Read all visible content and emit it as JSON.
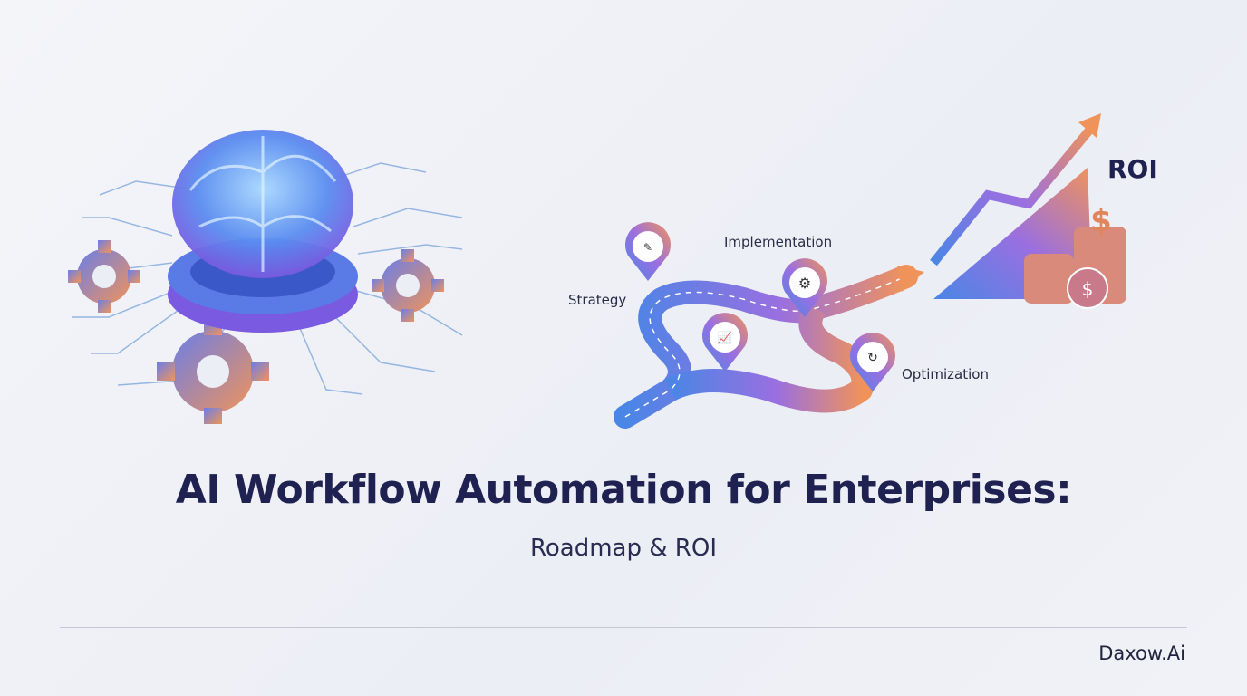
{
  "roadmap": {
    "milestones": [
      {
        "label": "Strategy",
        "icon": "strategy-play-icon"
      },
      {
        "label": "Implementation",
        "icon": "gear-icon"
      },
      {
        "label": "Optimization",
        "icon": "cycle-chart-icon"
      }
    ],
    "growth_icon": "bar-chart-growth-icon"
  },
  "roi_label": "ROI",
  "title": "AI Workflow Automation for Enterprises:",
  "subtitle": "Roadmap & ROI",
  "brand": "Daxow.Ai",
  "colors": {
    "blue": "#4a7fe0",
    "purple": "#9b6ee0",
    "orange": "#f0915a",
    "text": "#1f2150"
  }
}
